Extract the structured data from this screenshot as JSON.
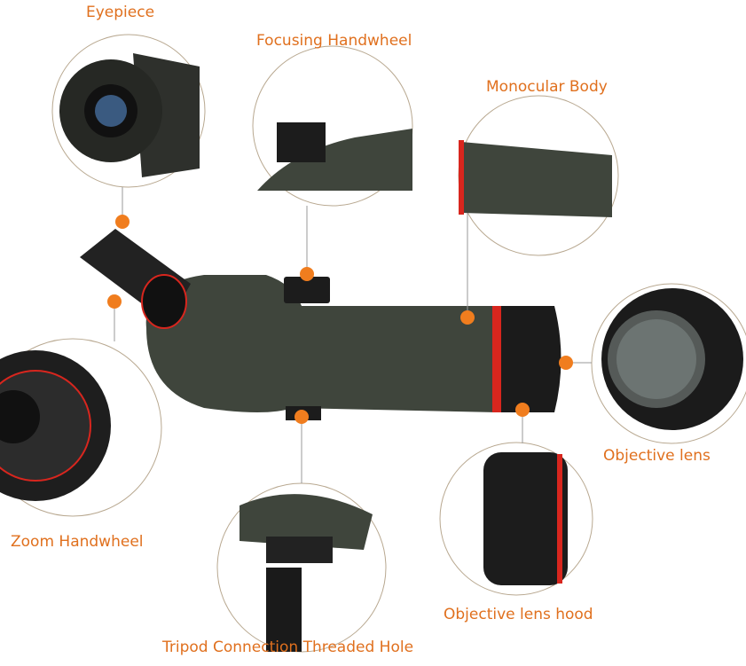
{
  "labels": {
    "eyepiece": "Eyepiece",
    "focusing_handwheel": "Focusing Handwheel",
    "monocular_body": "Monocular Body",
    "objective_lens": "Objective lens",
    "objective_lens_hood": "Objective lens hood",
    "tripod_hole": "Tripod Connection Threaded Hole",
    "zoom_handwheel": "Zoom Handwheel"
  },
  "colors": {
    "label": "#e0701e",
    "marker": "#f07d1e",
    "body": "#3f453c",
    "accent_ring": "#d8261e"
  }
}
